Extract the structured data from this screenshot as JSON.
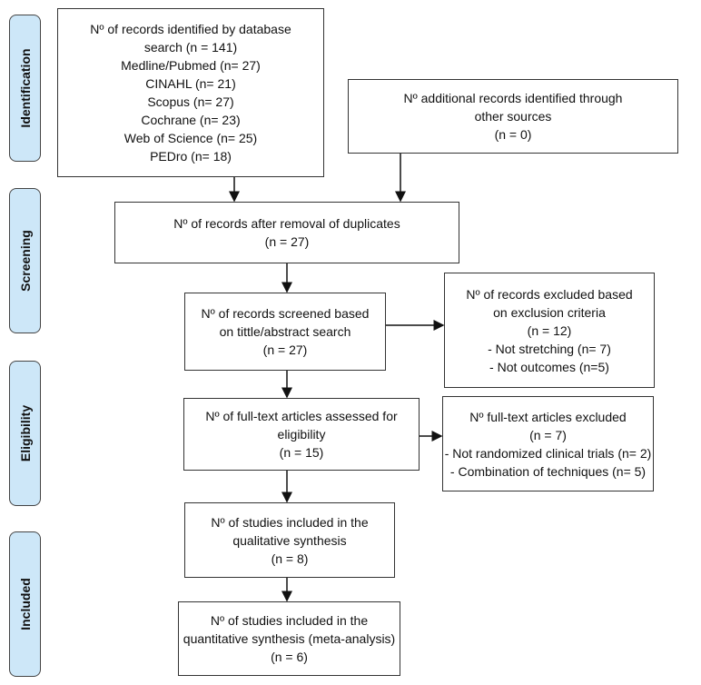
{
  "stages": [
    "Identification",
    "Screening",
    "Eligibility",
    "Included"
  ],
  "boxes": {
    "identified": [
      "Nº of records identified by database",
      "search (n = 141)",
      "Medline/Pubmed (n= 27)",
      "CINAHL (n= 21)",
      "Scopus (n= 27)",
      "Cochrane (n= 23)",
      "Web of Science (n= 25)",
      "PEDro (n= 18)"
    ],
    "additional": [
      "Nº additional records identified through",
      "other sources",
      "(n = 0)"
    ],
    "duplicates": [
      "Nº of records after removal of duplicates",
      "(n = 27)"
    ],
    "screened": [
      "Nº of records screened based",
      "on tittle/abstract search",
      "(n = 27)"
    ],
    "excluded": [
      "Nº of records excluded based",
      "on exclusion criteria",
      "(n = 12)",
      "- Not stretching (n= 7)",
      "- Not outcomes (n=5)"
    ],
    "fulltext": [
      "Nº of full-text articles assessed for",
      "eligibility",
      "(n = 15)"
    ],
    "fulltext_excluded": [
      "Nº full-text articles excluded",
      "(n = 7)",
      "- Not randomized clinical trials (n= 2)",
      "- Combination of techniques (n= 5)"
    ],
    "qualitative": [
      "Nº of studies included in the",
      "qualitative synthesis",
      "(n = 8)"
    ],
    "quantitative": [
      "Nº of studies included in the",
      "quantitative synthesis (meta-analysis)",
      "(n = 6)"
    ]
  }
}
